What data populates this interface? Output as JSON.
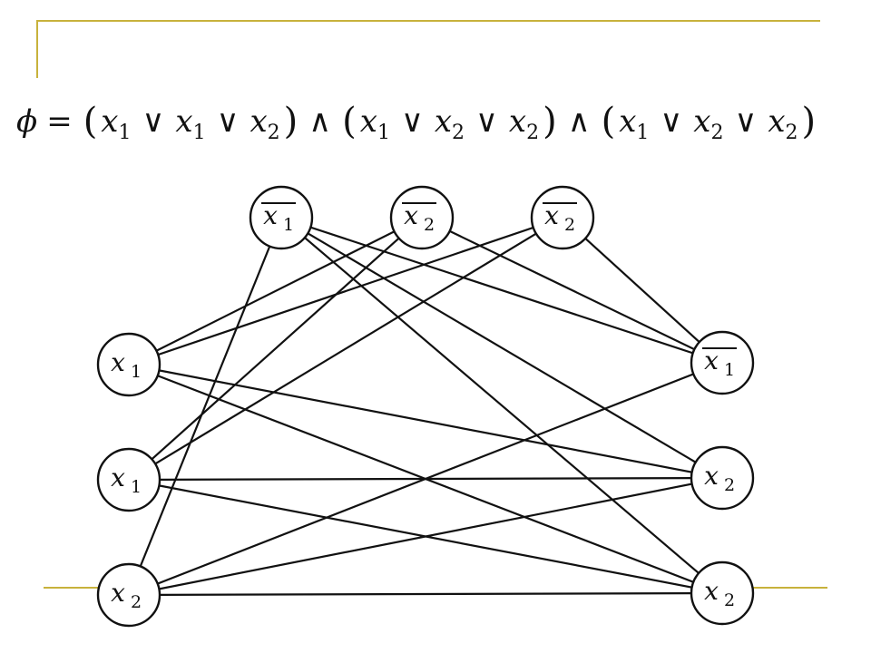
{
  "formula": {
    "lhs": "ϕ",
    "equals": "=",
    "and": "∧",
    "or": "∨",
    "clauses": [
      [
        {
          "var": "x",
          "sub": "1",
          "neg": false
        },
        {
          "var": "x",
          "sub": "1",
          "neg": false
        },
        {
          "var": "x",
          "sub": "2",
          "neg": false
        }
      ],
      [
        {
          "var": "x",
          "sub": "1",
          "neg": true
        },
        {
          "var": "x",
          "sub": "2",
          "neg": true
        },
        {
          "var": "x",
          "sub": "2",
          "neg": true
        }
      ],
      [
        {
          "var": "x",
          "sub": "1",
          "neg": true
        },
        {
          "var": "x",
          "sub": "2",
          "neg": false
        },
        {
          "var": "x",
          "sub": "2",
          "neg": false
        }
      ]
    ]
  },
  "graph": {
    "nodes": [
      {
        "id": "t1",
        "group": "top",
        "var": "x",
        "sub": "1",
        "neg": true
      },
      {
        "id": "t2",
        "group": "top",
        "var": "x",
        "sub": "2",
        "neg": true
      },
      {
        "id": "t3",
        "group": "top",
        "var": "x",
        "sub": "2",
        "neg": true
      },
      {
        "id": "l1",
        "group": "left",
        "var": "x",
        "sub": "1",
        "neg": false
      },
      {
        "id": "l2",
        "group": "left",
        "var": "x",
        "sub": "1",
        "neg": false
      },
      {
        "id": "l3",
        "group": "left",
        "var": "x",
        "sub": "2",
        "neg": false
      },
      {
        "id": "r1",
        "group": "right",
        "var": "x",
        "sub": "1",
        "neg": true
      },
      {
        "id": "r2",
        "group": "right",
        "var": "x",
        "sub": "2",
        "neg": false
      },
      {
        "id": "r3",
        "group": "right",
        "var": "x",
        "sub": "2",
        "neg": false
      }
    ],
    "edges": [
      [
        "t1",
        "l3"
      ],
      [
        "t1",
        "r1"
      ],
      [
        "t1",
        "r2"
      ],
      [
        "t1",
        "r3"
      ],
      [
        "t2",
        "l1"
      ],
      [
        "t2",
        "l2"
      ],
      [
        "t2",
        "r1"
      ],
      [
        "t3",
        "l1"
      ],
      [
        "t3",
        "l2"
      ],
      [
        "t3",
        "r1"
      ],
      [
        "l1",
        "r2"
      ],
      [
        "l1",
        "r3"
      ],
      [
        "l2",
        "r2"
      ],
      [
        "l2",
        "r3"
      ],
      [
        "l3",
        "r1"
      ],
      [
        "l3",
        "r2"
      ],
      [
        "l3",
        "r3"
      ]
    ]
  },
  "colors": {
    "accent": "#c8b23c",
    "ink": "#111111",
    "background": "#ffffff"
  }
}
